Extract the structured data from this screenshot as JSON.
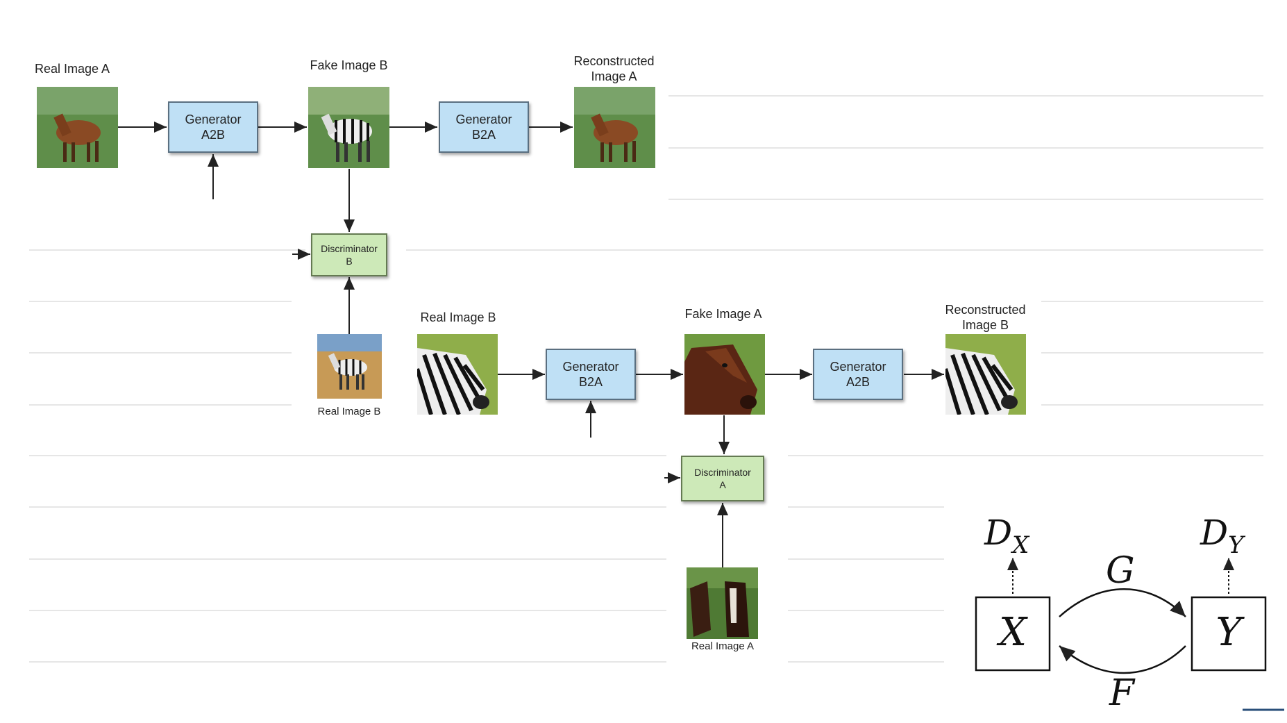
{
  "top_row": {
    "real_image_a_label": "Real Image A",
    "generator_a2b": [
      "Generator",
      "A2B"
    ],
    "fake_image_b_label": "Fake Image B",
    "generator_b2a": [
      "Generator",
      "B2A"
    ],
    "reconstructed_a_label": [
      "Reconstructed",
      "Image A"
    ],
    "discriminator_b": [
      "Discriminator",
      "B"
    ],
    "real_image_b_small_label": "Real Image B"
  },
  "bottom_row": {
    "real_image_b_label": "Real Image B",
    "generator_b2a": [
      "Generator",
      "B2A"
    ],
    "fake_image_a_label": "Fake Image A",
    "generator_a2b": [
      "Generator",
      "A2B"
    ],
    "reconstructed_b_label": [
      "Reconstructed",
      "Image B"
    ],
    "discriminator_a": [
      "Discriminator",
      "A"
    ],
    "real_image_a_small_label": "Real Image A"
  },
  "cycle_diagram": {
    "x": "X",
    "y": "Y",
    "g": "G",
    "f": "F",
    "dx_base": "D",
    "dx_sub": "X",
    "dy_base": "D",
    "dy_sub": "Y"
  },
  "colors": {
    "generator_fill": "#bfe0f5",
    "discriminator_fill": "#cde9b8",
    "ruled_line": "#e6e6e6"
  },
  "icons": [
    "horse-image",
    "zebra-image",
    "horse-head-image",
    "zebra-head-image",
    "horses-pair-image"
  ]
}
